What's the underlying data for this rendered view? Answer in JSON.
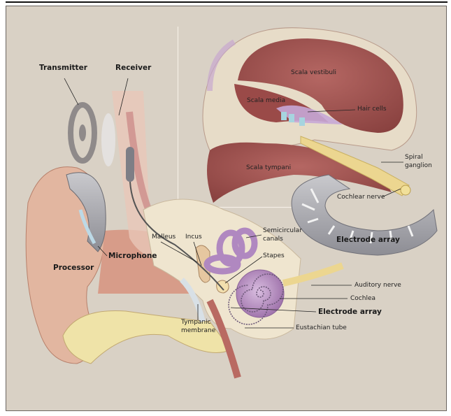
{
  "labels": {
    "transmitter": "Transmitter",
    "receiver": "Receiver",
    "scala_vestibuli": "Scala vestibuli",
    "scala_media": "Scala media",
    "hair_cells": "Hair cells",
    "spiral_ganglion_1": "Spiral",
    "spiral_ganglion_2": "ganglion",
    "scala_tympani": "Scala tympani",
    "cochlear_nerve": "Cochlear nerve",
    "electrode_array_inset": "Electrode array",
    "semicircular_canals_1": "Semicircular",
    "semicircular_canals_2": "canals",
    "malleus": "Malleus",
    "incus": "Incus",
    "microphone": "Microphone",
    "processor": "Processor",
    "stapes": "Stapes",
    "auditory_nerve": "Auditory nerve",
    "cochlea": "Cochlea",
    "electrode_array": "Electrode array",
    "tympanic_membrane_1": "Tympanic",
    "tympanic_membrane_2": "membrane",
    "eustachian_tube": "Eustachian tube"
  },
  "colors": {
    "background": "#d9d1c5",
    "bone": "#efe5cf",
    "tissue": "#9e4f4c",
    "cochlea": "#b58bbd",
    "device": "#9a9aa0",
    "skin": "#e2b6a0"
  }
}
